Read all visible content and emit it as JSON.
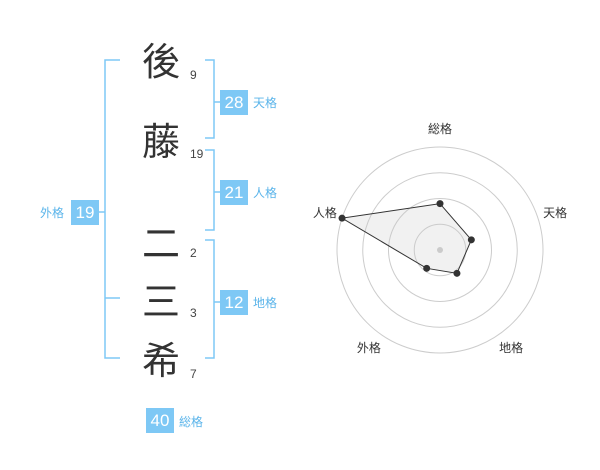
{
  "colors": {
    "accent": "#7ec8f5",
    "text": "#333333",
    "label": "#5ab4ea"
  },
  "name": {
    "characters": [
      {
        "char": "後",
        "strokes": "9"
      },
      {
        "char": "藤",
        "strokes": "19"
      },
      {
        "char": "二",
        "strokes": "2"
      },
      {
        "char": "三",
        "strokes": "3"
      },
      {
        "char": "希",
        "strokes": "7"
      }
    ]
  },
  "fortunes": {
    "tenkaku": {
      "value": "28",
      "label": "天格"
    },
    "jinkaku": {
      "value": "21",
      "label": "人格"
    },
    "chikaku": {
      "value": "12",
      "label": "地格"
    },
    "gaikaku": {
      "value": "19",
      "label": "外格"
    },
    "soukaku": {
      "value": "40",
      "label": "総格"
    }
  },
  "chart_data": {
    "type": "radar",
    "axes": [
      "総格",
      "天格",
      "地格",
      "外格",
      "人格"
    ],
    "values": [
      0.45,
      0.32,
      0.28,
      0.22,
      1.0
    ],
    "range": [
      0,
      1
    ],
    "rings": 4
  }
}
